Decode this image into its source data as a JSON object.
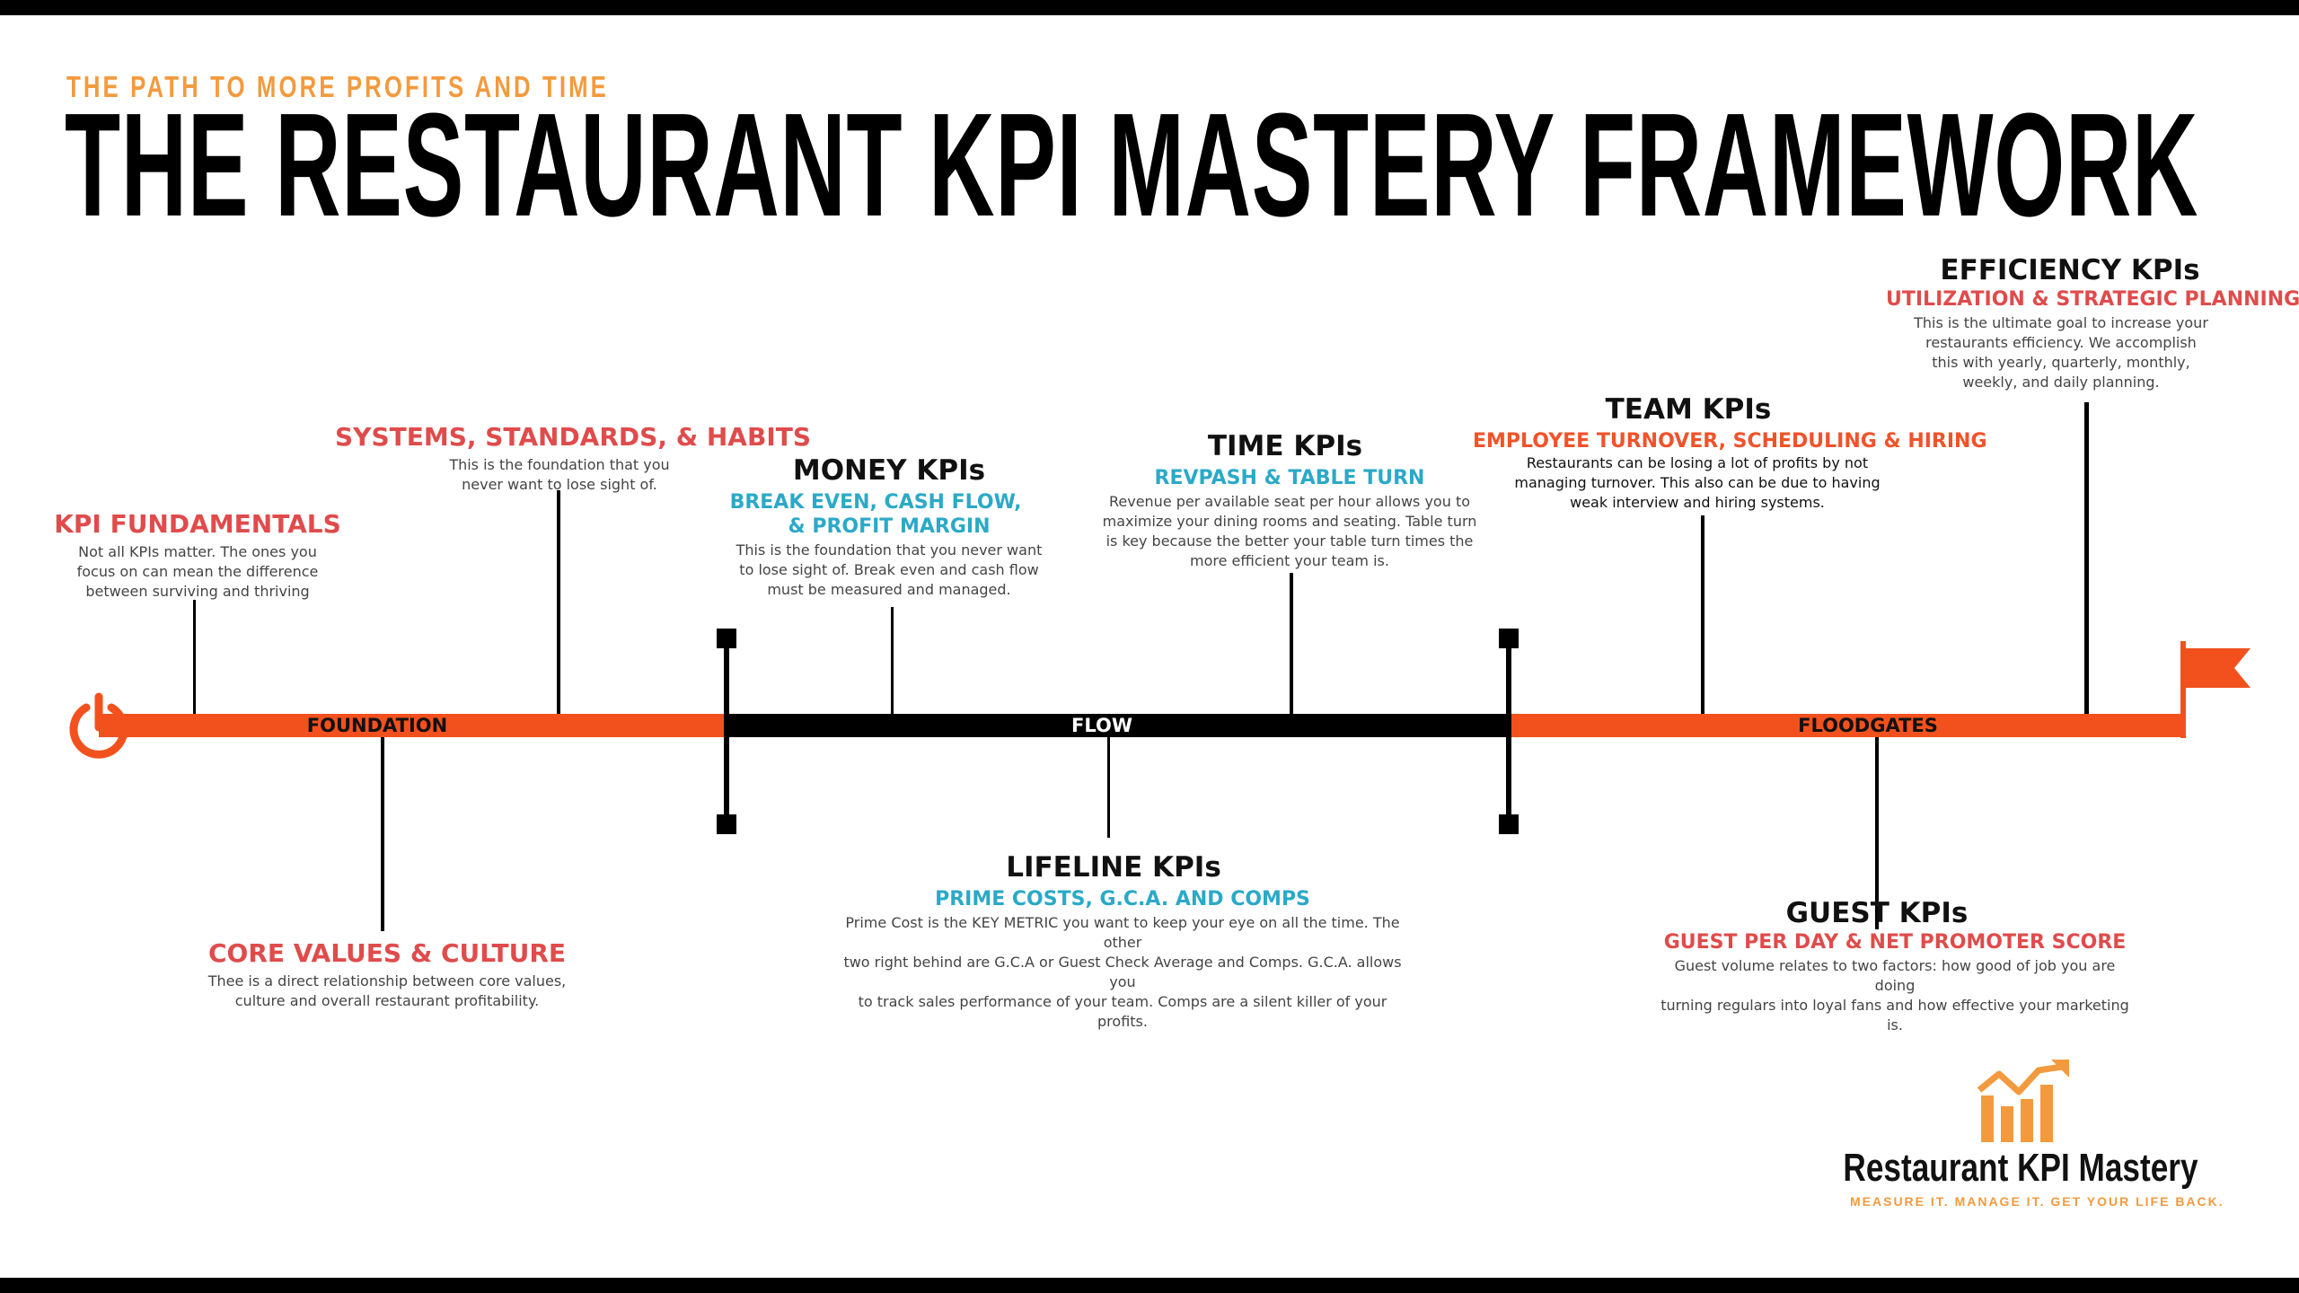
{
  "header": {
    "tagline": "THE PATH TO MORE PROFITS AND TIME",
    "title": "THE RESTAURANT KPI MASTERY FRAMEWORK"
  },
  "colors": {
    "orange": "#f2511e",
    "black": "#000000",
    "red": "#e04b4b",
    "blue": "#2ba9c7",
    "accent_orange": "#f39a3e"
  },
  "phases": [
    {
      "label": "FOUNDATION"
    },
    {
      "label": "FLOW"
    },
    {
      "label": "FLOODGATES"
    }
  ],
  "milestones": {
    "kpi_fundamentals": {
      "title": "KPI FUNDAMENTALS",
      "desc": [
        "Not all KPIs matter. The ones you",
        "focus on can mean the difference",
        "between surviving and thriving"
      ]
    },
    "systems": {
      "title": "SYSTEMS, STANDARDS, & HABITS",
      "desc": [
        "This is the foundation that you",
        "never want to lose sight of."
      ]
    },
    "core_values": {
      "title": "CORE VALUES & CULTURE",
      "desc": [
        "Thee is a direct relationship between core values,",
        "culture and overall restaurant profitability."
      ]
    },
    "money": {
      "title": "MONEY KPIs",
      "subtitle": [
        "BREAK EVEN, CASH FLOW,",
        "& PROFIT MARGIN"
      ],
      "desc": [
        "This is the foundation that you never want",
        "to lose sight of. Break even and cash flow",
        "must be measured and managed."
      ]
    },
    "time": {
      "title": "TIME KPIs",
      "subtitle": "REVPASH & TABLE TURN",
      "desc": [
        "Revenue per available seat per hour allows you to",
        "maximize your dining rooms and seating. Table turn",
        "is key because the better your table turn times the",
        "more efficient your team is."
      ]
    },
    "lifeline": {
      "title": "LIFELINE KPIs",
      "subtitle": "PRIME COSTS, G.C.A. AND COMPS",
      "desc": [
        "Prime Cost is the KEY METRIC you want to keep your eye on all the time. The other",
        "two right behind are G.C.A or Guest Check Average and Comps. G.C.A. allows you",
        "to track sales performance of your team. Comps are a silent killer of your profits."
      ]
    },
    "team": {
      "title": "TEAM KPIs",
      "subtitle": "EMPLOYEE TURNOVER, SCHEDULING & HIRING",
      "desc": [
        "Restaurants can be losing a lot of profits by not",
        "managing turnover. This also can be due to having",
        "weak interview and hiring systems."
      ]
    },
    "guest": {
      "title": "GUEST KPIs",
      "subtitle": "GUEST PER DAY & NET PROMOTER SCORE",
      "desc": [
        "Guest volume relates to two factors: how good of job you are doing",
        "turning regulars into loyal fans and how effective your marketing is."
      ]
    },
    "efficiency": {
      "title": "EFFICIENCY KPIs",
      "subtitle": "UTILIZATION & STRATEGIC PLANNING",
      "desc": [
        "This is the ultimate goal to increase your",
        "restaurants efficiency. We accomplish",
        "this with yearly, quarterly, monthly,",
        "weekly, and daily planning."
      ]
    }
  },
  "icons": {
    "start": "power-icon",
    "end": "flag-icon",
    "logo": "rising-chart-icon"
  },
  "logo": {
    "name": "Restaurant KPI Mastery",
    "tagline": "MEASURE IT. MANAGE IT. GET YOUR LIFE BACK."
  }
}
